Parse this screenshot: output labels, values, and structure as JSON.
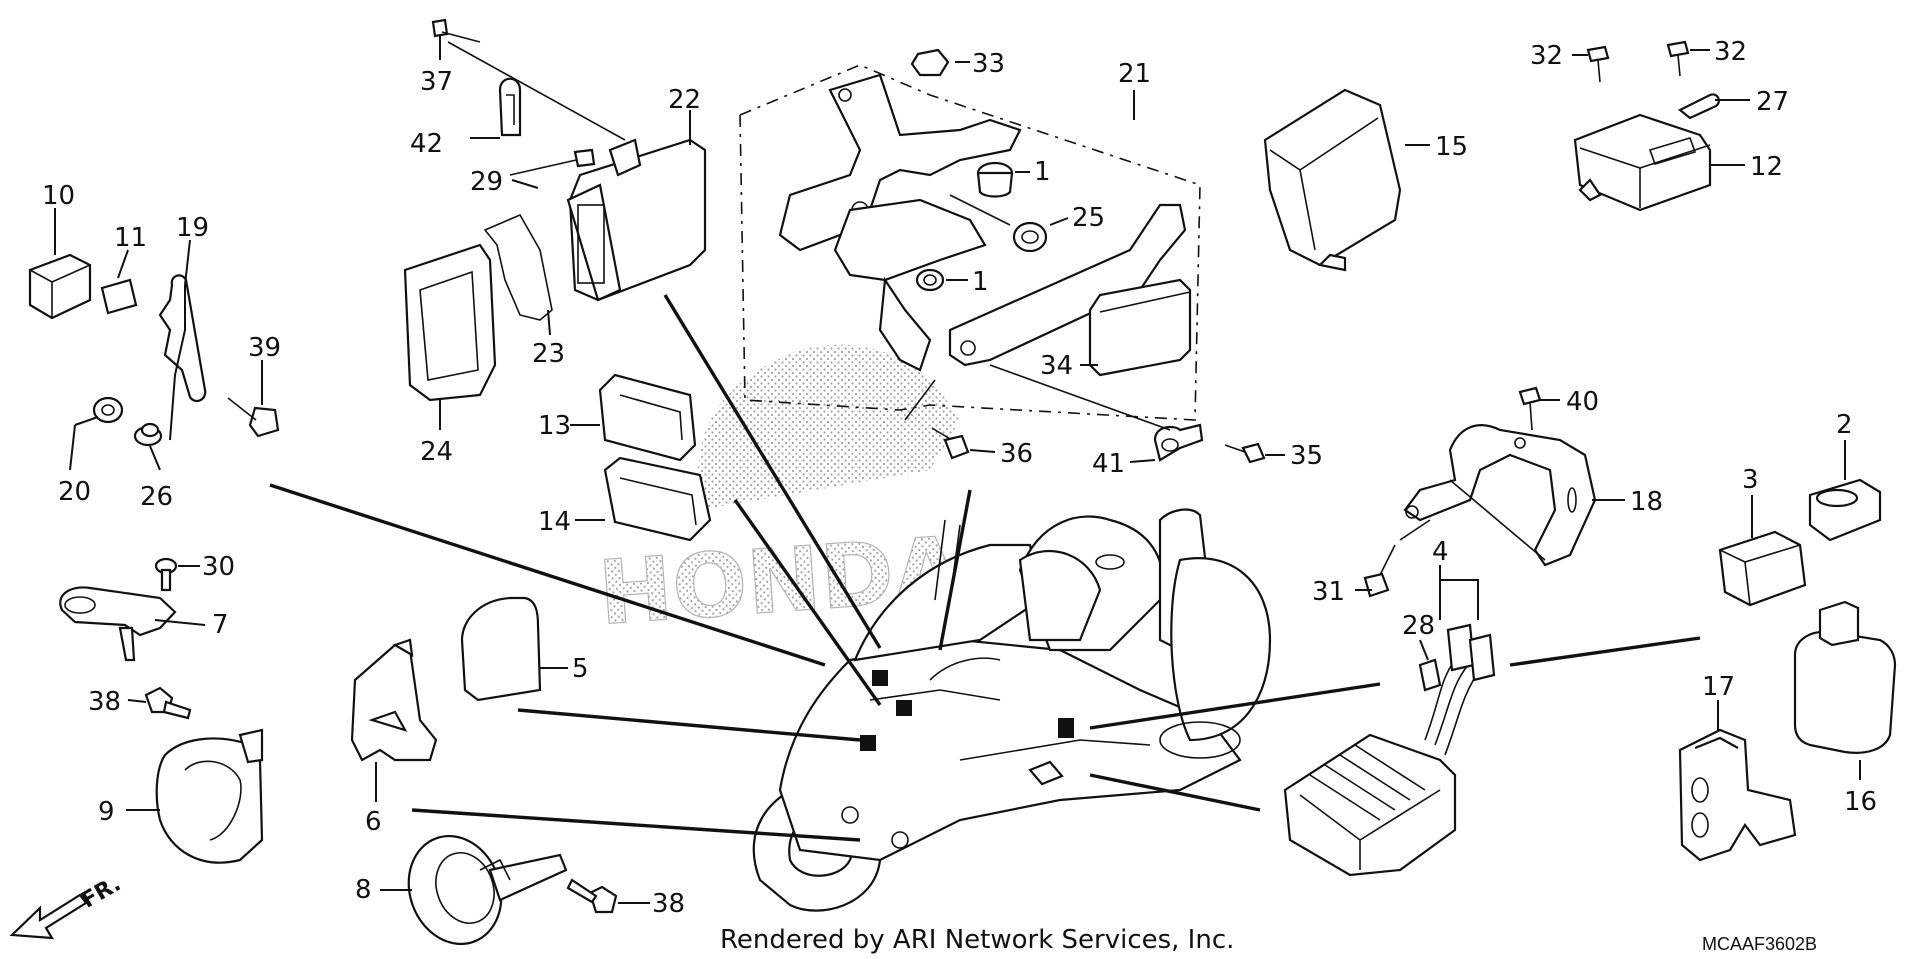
{
  "callouts": {
    "p1a": "1",
    "p1b": "1",
    "p2": "2",
    "p3": "3",
    "p4": "4",
    "p5": "5",
    "p6": "6",
    "p7": "7",
    "p8": "8",
    "p9": "9",
    "p10": "10",
    "p11": "11",
    "p12": "12",
    "p13": "13",
    "p14": "14",
    "p15": "15",
    "p16": "16",
    "p17": "17",
    "p18": "18",
    "p19": "19",
    "p20": "20",
    "p21": "21",
    "p22": "22",
    "p23": "23",
    "p24": "24",
    "p25": "25",
    "p26": "26",
    "p27": "27",
    "p28": "28",
    "p29": "29",
    "p30": "30",
    "p31": "31",
    "p32a": "32",
    "p32b": "32",
    "p33": "33",
    "p34": "34",
    "p35": "35",
    "p36": "36",
    "p37": "37",
    "p38a": "38",
    "p38b": "38",
    "p39": "39",
    "p40": "40",
    "p41": "41",
    "p42": "42"
  },
  "footer": {
    "rendered_by": "Rendered by ARI Network Services, Inc.",
    "diagram_code": "MCAAF3602B",
    "front_marker": "FR."
  },
  "watermark": {
    "brand": "HONDA"
  }
}
